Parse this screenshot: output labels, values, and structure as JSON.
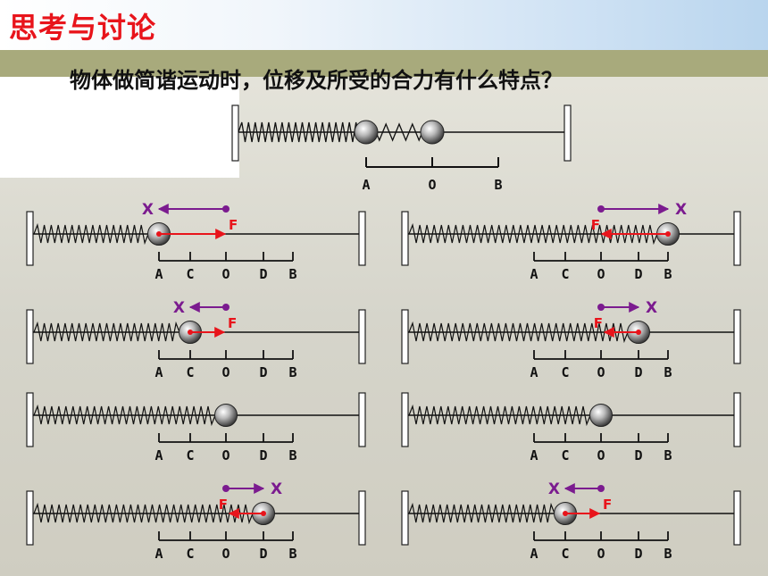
{
  "title": "思考与讨论",
  "question": "物体做简谐运动时，位移及所受的合力有什么特点？",
  "colors": {
    "title": "#e8141b",
    "displacement": "#7b1b8f",
    "force": "#e8141b"
  },
  "top_diagram": {
    "labels": [
      "A",
      "O",
      "B"
    ]
  },
  "scale_labels": [
    "A",
    "C",
    "O",
    "D",
    "B"
  ],
  "vector_labels": {
    "displacement": "X",
    "force": "F"
  },
  "panels": [
    {
      "position": "A",
      "x": "left",
      "f": "right"
    },
    {
      "position": "B",
      "x": "right",
      "f": "left"
    },
    {
      "position": "C",
      "x": "left",
      "f": "right"
    },
    {
      "position": "D",
      "x": "right",
      "f": "left"
    },
    {
      "position": "O",
      "x": "none",
      "f": "none"
    },
    {
      "position": "O",
      "x": "none",
      "f": "none"
    },
    {
      "position": "D",
      "x": "right",
      "f": "left"
    },
    {
      "position": "C",
      "x": "left",
      "f": "right"
    }
  ]
}
